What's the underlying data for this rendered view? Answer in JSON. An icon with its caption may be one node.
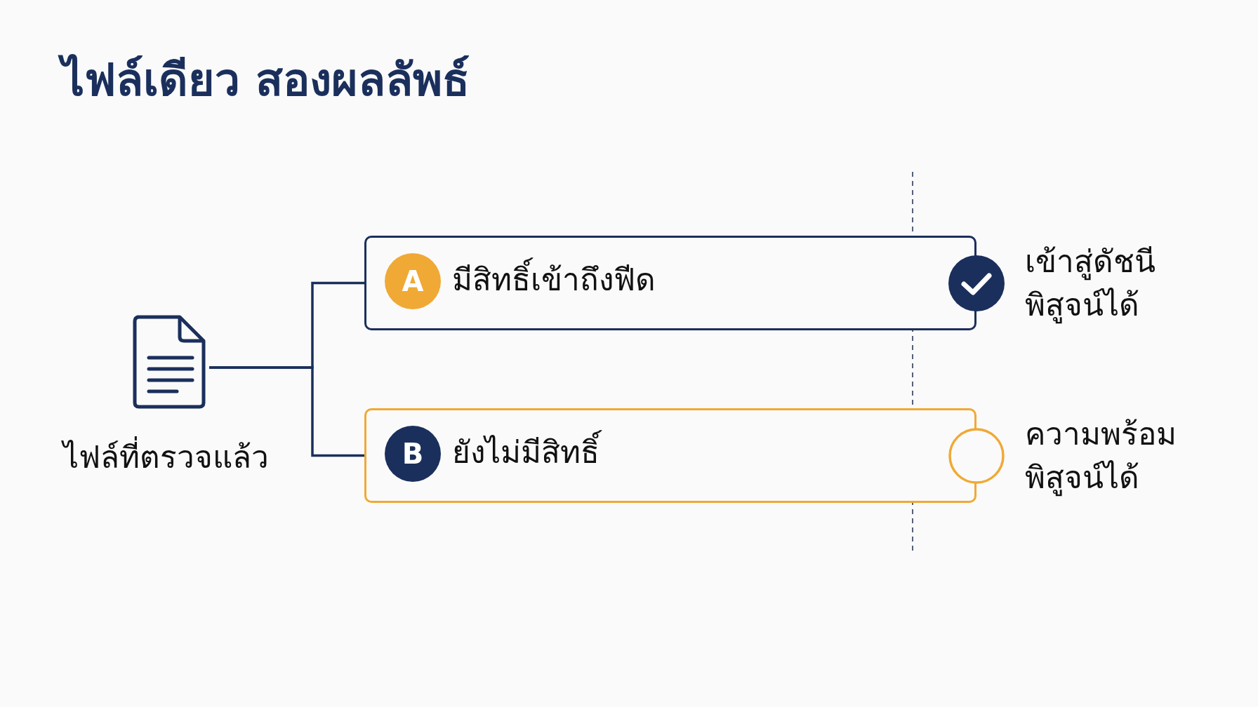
{
  "diagram": {
    "title": "ไฟล์เดียว สองผลลัพธ์",
    "nodes": [
      {
        "text": [
          "ไฟล์ที่ตรวจแล้ว"
        ]
      },
      {
        "text": [
          "A",
          "มีสิทธิ์เข้าถึงฟีด"
        ]
      },
      {
        "text": [
          "B",
          "ยังไม่มีสิทธิ์"
        ]
      },
      {
        "text": [],
        "shape": "circle",
        "beside": [
          "เข้าสู่ดัชนี พิสูจน์ได้"
        ]
      },
      {
        "text": [],
        "shape": "circle",
        "beside": [
          "ความพร้อม พิสูจน์ได้"
        ]
      }
    ],
    "edges": [
      {
        "from": 0,
        "to": 1,
        "arrow": "none"
      },
      {
        "from": 0,
        "to": 2,
        "arrow": "none"
      }
    ]
  }
}
